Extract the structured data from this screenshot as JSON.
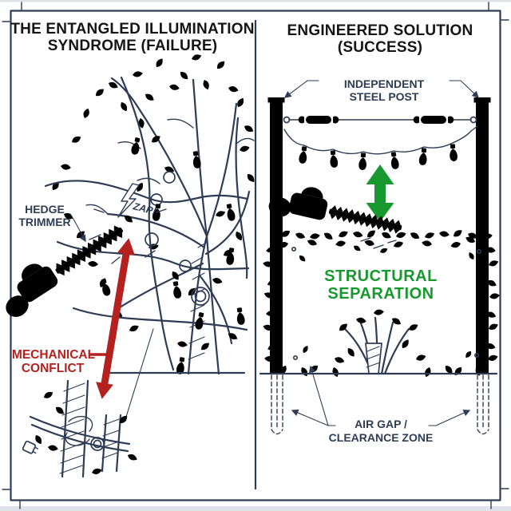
{
  "diagram": {
    "left": {
      "title_line1": "THE ENTANGLED ILLUMINATION",
      "title_line2": "SYNDROME (FAILURE)",
      "hedge_trimmer_label_line1": "HEDGE",
      "hedge_trimmer_label_line2": "TRIMMER",
      "zap_label": "ZAP!",
      "conflict_label_line1": "MECHANICAL",
      "conflict_label_line2": "CONFLICT"
    },
    "right": {
      "title_line1": "ENGINEERED SOLUTION",
      "title_line2": "(SUCCESS)",
      "post_label_line1": "INDEPENDENT",
      "post_label_line2": "STEEL POST",
      "separation_label_line1": "STRUCTURAL",
      "separation_label_line2": "SEPARATION",
      "airgap_label_line1": "AIR GAP /",
      "airgap_label_line2": "CLEARANCE ZONE"
    },
    "icons": {
      "hedge_trimmer": "power hedge trimmer",
      "lightning_bolt": "electric zap bolt",
      "string_light_bulb": "festoon light bulb",
      "steel_post": "lattice steel post",
      "turnbuckle": "cable turnbuckle",
      "arrow_red": "mechanical conflict double arrow",
      "arrow_green": "structural separation double arrow"
    },
    "colors": {
      "ink": "#2e3c54",
      "title": "#151515",
      "red": "#b5211f",
      "green": "#18982f",
      "paper": "#ffffff",
      "edge": "#dfe3e8"
    }
  }
}
